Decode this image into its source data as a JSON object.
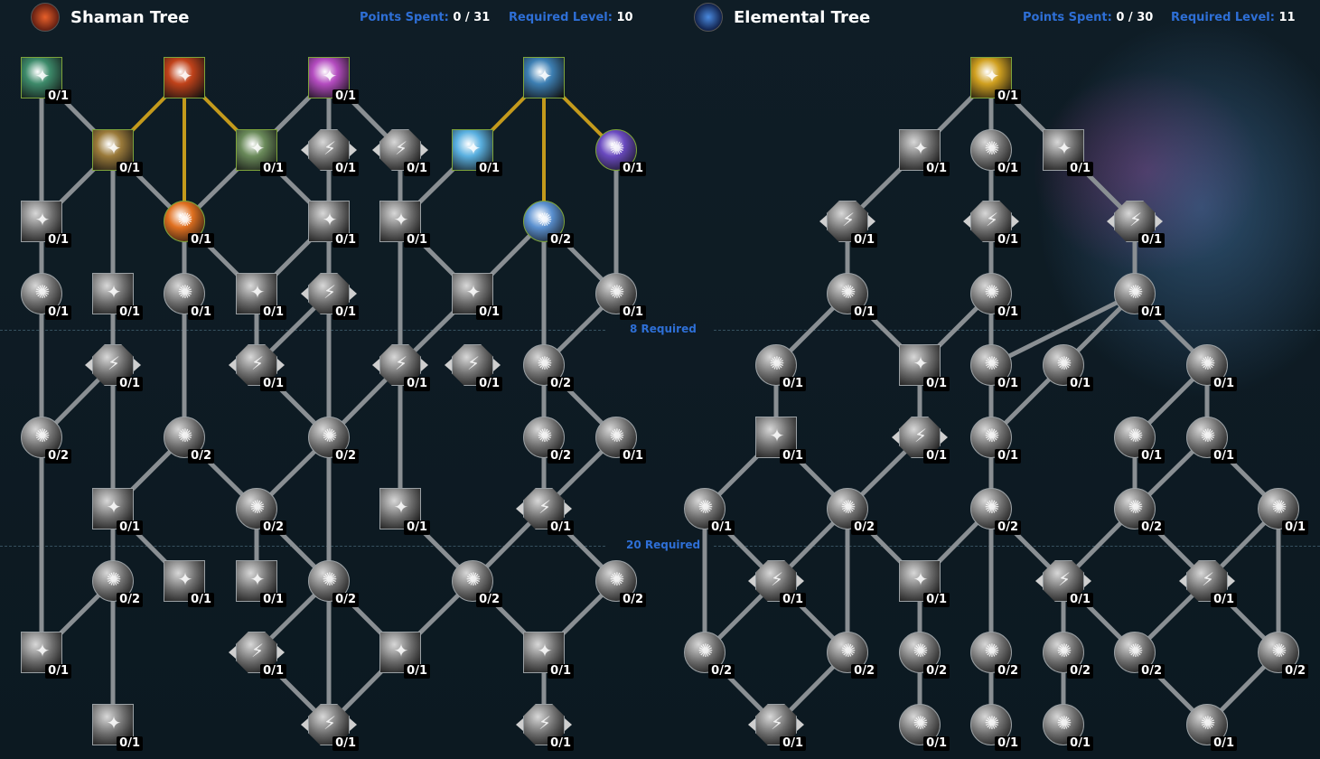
{
  "colors": {
    "background": "#0f1d26",
    "accent_blue": "#2e6fd6",
    "line_gray": "#8a8f93",
    "line_gold": "#c49a1c",
    "rank_bg": "#000000"
  },
  "trees": [
    {
      "id": "shaman",
      "title": "Shaman Tree",
      "icon": "shaman-emblem-icon",
      "points_label": "Points Spent:",
      "points_value": "0 / 31",
      "level_label": "Required Level:",
      "level_value": "10"
    },
    {
      "id": "elemental",
      "title": "Elemental Tree",
      "icon": "elemental-emblem-icon",
      "points_label": "Points Spent:",
      "points_value": "0 / 30",
      "level_label": "Required Level:",
      "level_value": "11"
    }
  ],
  "gates": [
    "8 Required",
    "20 Required"
  ],
  "nodes": [
    {
      "id": "s1",
      "tree": "shaman",
      "shape": "square",
      "rank": "0/1",
      "icon": "nature-hand-icon",
      "color": "#3d8a6a",
      "active": true
    },
    {
      "id": "s2",
      "tree": "shaman",
      "shape": "square",
      "rank": "",
      "icon": "fire-elemental-icon",
      "color": "#c0421a",
      "active": true
    },
    {
      "id": "s3",
      "tree": "shaman",
      "shape": "square",
      "rank": "0/1",
      "icon": "arcane-blast-icon",
      "color": "#b44cc0",
      "active": true
    },
    {
      "id": "s4",
      "tree": "shaman",
      "shape": "square",
      "rank": "",
      "icon": "frost-spear-icon",
      "color": "#3d7fb3",
      "active": true
    },
    {
      "id": "s5",
      "tree": "shaman",
      "shape": "square",
      "rank": "0/1",
      "icon": "earth-totem-icon",
      "color": "#9a7a3a",
      "active": true
    },
    {
      "id": "s6",
      "tree": "shaman",
      "shape": "square",
      "rank": "0/1",
      "icon": "green-rune-icon",
      "color": "#6a8a5a",
      "active": true
    },
    {
      "id": "s7",
      "tree": "shaman",
      "shape": "oct",
      "rank": "0/1",
      "icon": "split-shield-icon",
      "color": "",
      "active": false
    },
    {
      "id": "s8",
      "tree": "shaman",
      "shape": "oct",
      "rank": "0/1",
      "icon": "split-blade-icon",
      "color": "",
      "active": false
    },
    {
      "id": "s9",
      "tree": "shaman",
      "shape": "square",
      "rank": "0/1",
      "icon": "frost-nova-icon",
      "color": "#5ab0e0",
      "active": true
    },
    {
      "id": "s10",
      "tree": "shaman",
      "shape": "circle",
      "rank": "0/1",
      "icon": "void-orb-icon",
      "color": "#6a4ac0",
      "active": true
    },
    {
      "id": "s11",
      "tree": "shaman",
      "shape": "square",
      "rank": "0/1",
      "icon": "stone-claw-icon",
      "color": "",
      "active": false
    },
    {
      "id": "s12",
      "tree": "shaman",
      "shape": "circle",
      "rank": "0/1",
      "icon": "fire-orb-icon",
      "color": "#e07020",
      "active": true
    },
    {
      "id": "s13",
      "tree": "shaman",
      "shape": "square",
      "rank": "0/1",
      "icon": "spear-icon",
      "color": "",
      "active": false
    },
    {
      "id": "s14",
      "tree": "shaman",
      "shape": "square",
      "rank": "0/1",
      "icon": "spirit-wolf-icon",
      "color": "",
      "active": false
    },
    {
      "id": "s15",
      "tree": "shaman",
      "shape": "circle",
      "rank": "0/2",
      "icon": "water-ring-icon",
      "color": "#5a90d0",
      "active": true
    },
    {
      "id": "s16",
      "tree": "shaman",
      "shape": "circle",
      "rank": "0/1",
      "icon": "mask-icon",
      "color": "",
      "active": false
    },
    {
      "id": "s17",
      "tree": "shaman",
      "shape": "square",
      "rank": "0/1",
      "icon": "lightning-hand-icon",
      "color": "",
      "active": false
    },
    {
      "id": "s18",
      "tree": "shaman",
      "shape": "circle",
      "rank": "0/1",
      "icon": "wind-slash-icon",
      "color": "",
      "active": false
    },
    {
      "id": "s19",
      "tree": "shaman",
      "shape": "square",
      "rank": "0/1",
      "icon": "skull-helm-icon",
      "color": "",
      "active": false
    },
    {
      "id": "s20",
      "tree": "shaman",
      "shape": "oct",
      "rank": "0/1",
      "icon": "twin-axes-icon",
      "color": "",
      "active": false
    },
    {
      "id": "s21",
      "tree": "shaman",
      "shape": "square",
      "rank": "0/1",
      "icon": "frog-hex-icon",
      "color": "",
      "active": false
    },
    {
      "id": "s22",
      "tree": "shaman",
      "shape": "circle",
      "rank": "0/1",
      "icon": "claw-slash-icon",
      "color": "",
      "active": false
    },
    {
      "id": "s23",
      "tree": "shaman",
      "shape": "oct",
      "rank": "0/1",
      "icon": "feather-icon",
      "color": "",
      "active": false
    },
    {
      "id": "s24",
      "tree": "shaman",
      "shape": "oct",
      "rank": "0/1",
      "icon": "war-totem-icon",
      "color": "",
      "active": false
    },
    {
      "id": "s25",
      "tree": "shaman",
      "shape": "oct",
      "rank": "0/1",
      "icon": "storm-axe-icon",
      "color": "",
      "active": false
    },
    {
      "id": "s26",
      "tree": "shaman",
      "shape": "oct",
      "rank": "0/1",
      "icon": "frog-icon",
      "color": "",
      "active": false
    },
    {
      "id": "s27",
      "tree": "shaman",
      "shape": "circle",
      "rank": "0/2",
      "icon": "leaf-icon",
      "color": "",
      "active": false
    },
    {
      "id": "s28",
      "tree": "shaman",
      "shape": "circle",
      "rank": "0/2",
      "icon": "skull-icon",
      "color": "",
      "active": false
    },
    {
      "id": "s29",
      "tree": "shaman",
      "shape": "circle",
      "rank": "0/2",
      "icon": "crystal-icon",
      "color": "",
      "active": false
    },
    {
      "id": "s30",
      "tree": "shaman",
      "shape": "circle",
      "rank": "0/2",
      "icon": "tree-icon",
      "color": "",
      "active": false
    },
    {
      "id": "s31",
      "tree": "shaman",
      "shape": "circle",
      "rank": "0/2",
      "icon": "wave-icon",
      "color": "",
      "active": false
    },
    {
      "id": "s32",
      "tree": "shaman",
      "shape": "circle",
      "rank": "0/1",
      "icon": "cross-icon",
      "color": "",
      "active": false
    },
    {
      "id": "s33",
      "tree": "shaman",
      "shape": "square",
      "rank": "0/1",
      "icon": "trident-icon",
      "color": "",
      "active": false
    },
    {
      "id": "s34",
      "tree": "shaman",
      "shape": "circle",
      "rank": "0/2",
      "icon": "lightning-bolt-icon",
      "color": "",
      "active": false
    },
    {
      "id": "s35",
      "tree": "shaman",
      "shape": "square",
      "rank": "0/1",
      "icon": "totem-pillar-icon",
      "color": "",
      "active": false
    },
    {
      "id": "s36",
      "tree": "shaman",
      "shape": "oct",
      "rank": "0/1",
      "icon": "twister-icon",
      "color": "",
      "active": false
    },
    {
      "id": "s37",
      "tree": "shaman",
      "shape": "circle",
      "rank": "0/2",
      "icon": "hammer-icon",
      "color": "",
      "active": false
    },
    {
      "id": "s38",
      "tree": "shaman",
      "shape": "square",
      "rank": "0/1",
      "icon": "beast-icon",
      "color": "",
      "active": false
    },
    {
      "id": "s39",
      "tree": "shaman",
      "shape": "square",
      "rank": "0/1",
      "icon": "chain-lightning-icon",
      "color": "",
      "active": false
    },
    {
      "id": "s40",
      "tree": "shaman",
      "shape": "circle",
      "rank": "0/2",
      "icon": "fist-icon",
      "color": "",
      "active": false
    },
    {
      "id": "s41",
      "tree": "shaman",
      "shape": "circle",
      "rank": "0/2",
      "icon": "shield-icon",
      "color": "",
      "active": false
    },
    {
      "id": "s42",
      "tree": "shaman",
      "shape": "circle",
      "rank": "0/2",
      "icon": "running-figure-icon",
      "color": "",
      "active": false
    },
    {
      "id": "s43",
      "tree": "shaman",
      "shape": "square",
      "rank": "0/1",
      "icon": "ogre-icon",
      "color": "",
      "active": false
    },
    {
      "id": "s44",
      "tree": "shaman",
      "shape": "oct",
      "rank": "0/1",
      "icon": "lightning-strike-icon",
      "color": "",
      "active": false
    },
    {
      "id": "s45",
      "tree": "shaman",
      "shape": "square",
      "rank": "0/1",
      "icon": "cobra-icon",
      "color": "",
      "active": false
    },
    {
      "id": "s46",
      "tree": "shaman",
      "shape": "square",
      "rank": "0/1",
      "icon": "water-spirit-icon",
      "color": "",
      "active": false
    },
    {
      "id": "s47",
      "tree": "shaman",
      "shape": "square",
      "rank": "0/1",
      "icon": "hooded-figure-icon",
      "color": "",
      "active": false
    },
    {
      "id": "s48",
      "tree": "shaman",
      "shape": "oct",
      "rank": "0/1",
      "icon": "shield-totem-icon",
      "color": "",
      "active": false
    },
    {
      "id": "s49",
      "tree": "shaman",
      "shape": "oct",
      "rank": "0/1",
      "icon": "spiral-icon",
      "color": "",
      "active": false
    },
    {
      "id": "e1",
      "tree": "elemental",
      "shape": "square",
      "rank": "0/1",
      "icon": "earthquake-icon",
      "color": "#d0a020",
      "active": true
    },
    {
      "id": "e2",
      "tree": "elemental",
      "shape": "square",
      "rank": "0/1",
      "icon": "stone-fist-icon",
      "color": "",
      "active": false
    },
    {
      "id": "e3",
      "tree": "elemental",
      "shape": "circle",
      "rank": "0/1",
      "icon": "spark-icon",
      "color": "",
      "active": false
    },
    {
      "id": "e4",
      "tree": "elemental",
      "shape": "square",
      "rank": "0/1",
      "icon": "storm-hand-icon",
      "color": "",
      "active": false
    },
    {
      "id": "e5",
      "tree": "elemental",
      "shape": "oct",
      "rank": "0/1",
      "icon": "flame-face-icon",
      "color": "",
      "active": false
    },
    {
      "id": "e6",
      "tree": "elemental",
      "shape": "oct",
      "rank": "0/1",
      "icon": "shard-icon",
      "color": "",
      "active": false
    },
    {
      "id": "e7",
      "tree": "elemental",
      "shape": "oct",
      "rank": "0/1",
      "icon": "thunder-totem-icon",
      "color": "",
      "active": false
    },
    {
      "id": "e8",
      "tree": "elemental",
      "shape": "circle",
      "rank": "0/1",
      "icon": "swirl-icon",
      "color": "",
      "active": false
    },
    {
      "id": "e9",
      "tree": "elemental",
      "shape": "circle",
      "rank": "0/1",
      "icon": "storm-cloud-icon",
      "color": "",
      "active": false
    },
    {
      "id": "e10",
      "tree": "elemental",
      "shape": "circle",
      "rank": "0/1",
      "icon": "shockwave-icon",
      "color": "",
      "active": false
    },
    {
      "id": "e11",
      "tree": "elemental",
      "shape": "circle",
      "rank": "0/1",
      "icon": "thunderbolt-icon",
      "color": "",
      "active": false
    },
    {
      "id": "e12",
      "tree": "elemental",
      "shape": "square",
      "rank": "0/1",
      "icon": "rock-spike-icon",
      "color": "",
      "active": false
    },
    {
      "id": "e13",
      "tree": "elemental",
      "shape": "circle",
      "rank": "0/1",
      "icon": "static-orb-icon",
      "color": "",
      "active": false
    },
    {
      "id": "e14",
      "tree": "elemental",
      "shape": "circle",
      "rank": "0/1",
      "icon": "dark-bolt-icon",
      "color": "",
      "active": false
    },
    {
      "id": "e15",
      "tree": "elemental",
      "shape": "circle",
      "rank": "0/1",
      "icon": "drop-icon",
      "color": "",
      "active": false
    },
    {
      "id": "e16",
      "tree": "elemental",
      "shape": "square",
      "rank": "0/1",
      "icon": "electric-surge-icon",
      "color": "",
      "active": false
    },
    {
      "id": "e17",
      "tree": "elemental",
      "shape": "oct",
      "rank": "0/1",
      "icon": "lightning-shield-icon",
      "color": "",
      "active": false
    },
    {
      "id": "e18",
      "tree": "elemental",
      "shape": "circle",
      "rank": "0/1",
      "icon": "chain-icon",
      "color": "",
      "active": false
    },
    {
      "id": "e19",
      "tree": "elemental",
      "shape": "circle",
      "rank": "0/1",
      "icon": "lava-icon",
      "color": "",
      "active": false
    },
    {
      "id": "e20",
      "tree": "elemental",
      "shape": "circle",
      "rank": "0/1",
      "icon": "pillar-icon",
      "color": "",
      "active": false
    },
    {
      "id": "e21",
      "tree": "elemental",
      "shape": "circle",
      "rank": "0/1",
      "icon": "thunderclap-icon",
      "color": "",
      "active": false
    },
    {
      "id": "e22",
      "tree": "elemental",
      "shape": "circle",
      "rank": "0/2",
      "icon": "vortex-icon",
      "color": "",
      "active": false
    },
    {
      "id": "e23",
      "tree": "elemental",
      "shape": "circle",
      "rank": "0/2",
      "icon": "storm-wave-icon",
      "color": "",
      "active": false
    },
    {
      "id": "e24",
      "tree": "elemental",
      "shape": "circle",
      "rank": "0/2",
      "icon": "ghost-wolf-icon",
      "color": "",
      "active": false
    },
    {
      "id": "e25",
      "tree": "elemental",
      "shape": "circle",
      "rank": "0/1",
      "icon": "burst-icon",
      "color": "",
      "active": false
    },
    {
      "id": "e26",
      "tree": "elemental",
      "shape": "oct",
      "rank": "0/1",
      "icon": "static-shock-icon",
      "color": "",
      "active": false
    },
    {
      "id": "e27",
      "tree": "elemental",
      "shape": "square",
      "rank": "0/1",
      "icon": "eye-icon",
      "color": "",
      "active": false
    },
    {
      "id": "e28",
      "tree": "elemental",
      "shape": "oct",
      "rank": "0/1",
      "icon": "earth-shield-icon",
      "color": "",
      "active": false
    },
    {
      "id": "e29",
      "tree": "elemental",
      "shape": "oct",
      "rank": "0/1",
      "icon": "storm-totem-icon",
      "color": "",
      "active": false
    },
    {
      "id": "e30",
      "tree": "elemental",
      "shape": "circle",
      "rank": "0/2",
      "icon": "gust-icon",
      "color": "",
      "active": false
    },
    {
      "id": "e31",
      "tree": "elemental",
      "shape": "circle",
      "rank": "0/2",
      "icon": "fire-ring-icon",
      "color": "",
      "active": false
    },
    {
      "id": "e32",
      "tree": "elemental",
      "shape": "circle",
      "rank": "0/2",
      "icon": "eclipse-icon",
      "color": "",
      "active": false
    },
    {
      "id": "e33",
      "tree": "elemental",
      "shape": "circle",
      "rank": "0/2",
      "icon": "forked-bolt-icon",
      "color": "",
      "active": false
    },
    {
      "id": "e34",
      "tree": "elemental",
      "shape": "circle",
      "rank": "0/2",
      "icon": "shadow-icon",
      "color": "",
      "active": false
    },
    {
      "id": "e35",
      "tree": "elemental",
      "shape": "circle",
      "rank": "0/2",
      "icon": "crackle-icon",
      "color": "",
      "active": false
    },
    {
      "id": "e36",
      "tree": "elemental",
      "shape": "circle",
      "rank": "0/2",
      "icon": "tempest-icon",
      "color": "",
      "active": false
    },
    {
      "id": "e37",
      "tree": "elemental",
      "shape": "oct",
      "rank": "0/1",
      "icon": "overload-icon",
      "color": "",
      "active": false
    },
    {
      "id": "e38",
      "tree": "elemental",
      "shape": "circle",
      "rank": "0/1",
      "icon": "spirit-icon",
      "color": "",
      "active": false
    },
    {
      "id": "e39",
      "tree": "elemental",
      "shape": "circle",
      "rank": "0/1",
      "icon": "serpent-icon",
      "color": "",
      "active": false
    },
    {
      "id": "e40",
      "tree": "elemental",
      "shape": "circle",
      "rank": "0/1",
      "icon": "face-icon",
      "color": "",
      "active": false
    },
    {
      "id": "e41",
      "tree": "elemental",
      "shape": "circle",
      "rank": "0/1",
      "icon": "elemental-mastery-icon",
      "color": "",
      "active": false
    }
  ]
}
